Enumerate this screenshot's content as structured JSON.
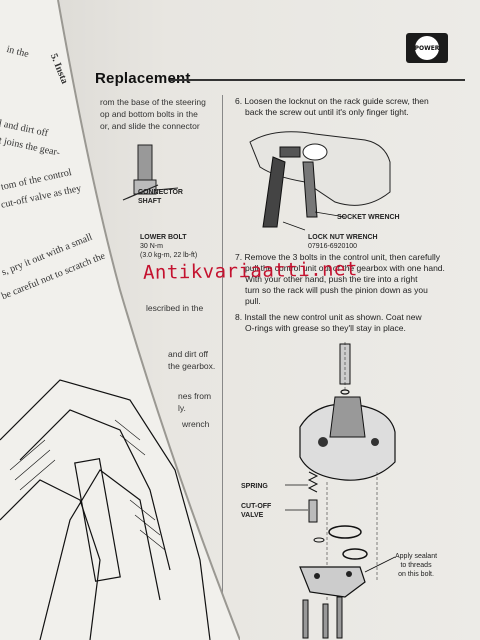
{
  "page": {
    "section_title": "Replacement",
    "badge": "POWER",
    "watermark": "Antikvariaatti.net"
  },
  "left_column": {
    "para1": [
      "rom the base of the steering",
      "op and bottom bolts in the",
      "or, and slide the connector"
    ],
    "callout_connector": [
      "CONNECTOR",
      "SHAFT"
    ],
    "callout_lower_bolt": [
      "LOWER BOLT",
      "30 N-m",
      "(3.0 kg-m, 22 lb-ft)"
    ],
    "frag1": "lescribed in the",
    "frag2": [
      "and dirt off",
      "the gearbox."
    ],
    "frag3": [
      "nes from",
      "ly."
    ],
    "frag4": "wrench"
  },
  "curl_page": {
    "lines": [
      "in the",
      "5. Insta",
      "l and dirt off",
      "t joins the gear-",
      "tom of the control",
      "cut-off valve as they",
      "s, pry it out with a small",
      "be careful not to scratch the"
    ]
  },
  "right_column": {
    "step6": [
      "6.  Loosen the locknut on the rack guide screw, then",
      "back the screw out until it's only finger tight."
    ],
    "callout_socket": "SOCKET WRENCH",
    "callout_locknut": [
      "LOCK NUT WRENCH",
      "07916-6920100"
    ],
    "step7": [
      "7.  Remove the 3 bolts in the control unit, then carefully",
      "pull the control unit out of the gearbox with one hand.",
      "With your other hand, push the tire into a right",
      "turn so the rack will push the pinion down as you",
      "pull."
    ],
    "step8": [
      "8.  Install the new control unit as shown. Coat new",
      "O-rings with grease so they'll stay in place."
    ],
    "callout_spring": "SPRING",
    "callout_valve": [
      "CUT-OFF",
      "VALVE"
    ],
    "callout_sealant": [
      "Apply sealant",
      "to threads",
      "on this bolt."
    ]
  }
}
